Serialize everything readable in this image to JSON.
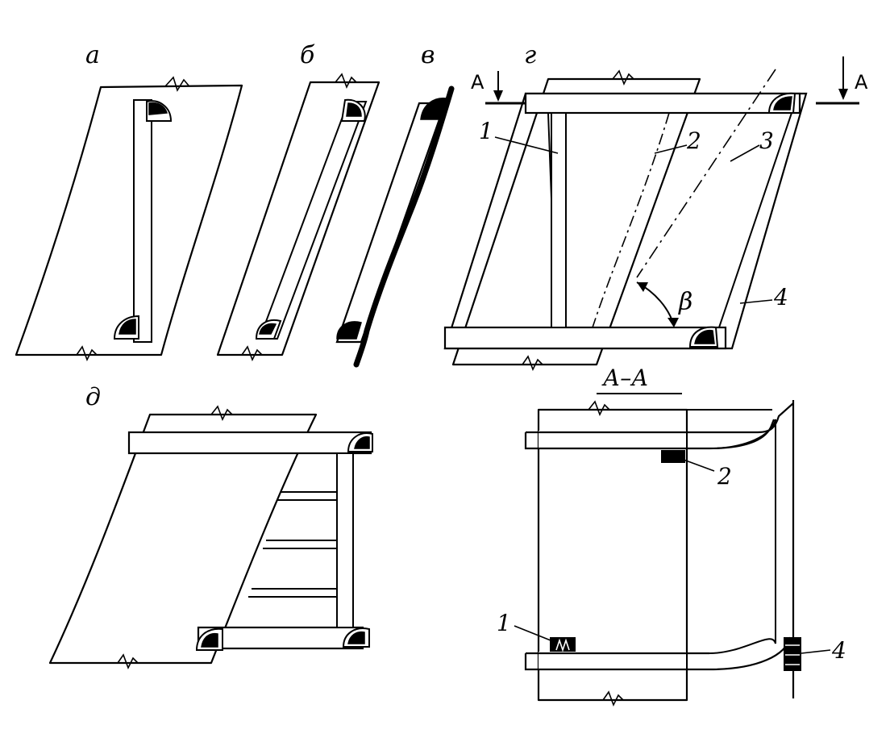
{
  "figure_labels": {
    "a": "а",
    "b": "б",
    "v": "в",
    "g": "г",
    "d": "д"
  },
  "section_marks": {
    "left": "А",
    "right": "А",
    "section_title": "А–А"
  },
  "callouts": {
    "g_1": "1",
    "g_2": "2",
    "g_3": "3",
    "g_4": "4",
    "angle": "β",
    "aa_1": "1",
    "aa_2": "2",
    "aa_4": "4"
  }
}
